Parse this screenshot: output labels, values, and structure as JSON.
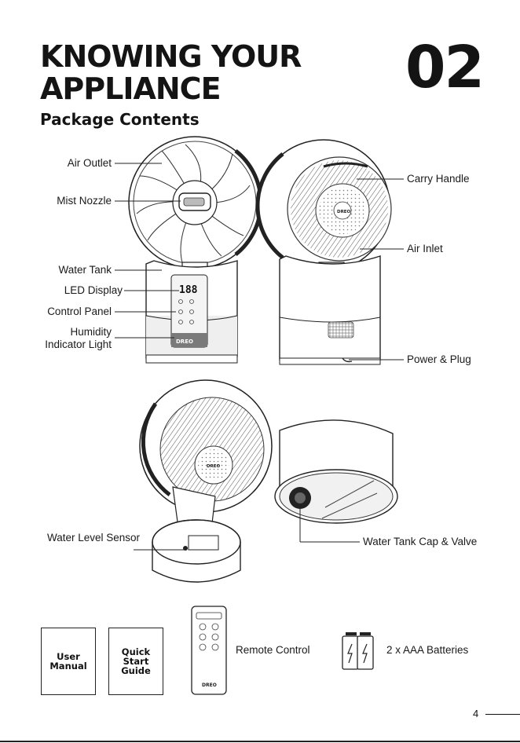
{
  "page": {
    "title_line1": "KNOWING YOUR",
    "title_line2": "APPLIANCE",
    "section_number": "02",
    "subtitle": "Package Contents",
    "page_number": "4"
  },
  "labels": {
    "air_outlet": "Air Outlet",
    "mist_nozzle": "Mist Nozzle",
    "water_tank": "Water Tank",
    "led_display": "LED Display",
    "control_panel": "Control Panel",
    "humidity_light_1": "Humidity",
    "humidity_light_2": "Indicator Light",
    "carry_handle": "Carry Handle",
    "air_inlet": "Air Inlet",
    "power_plug": "Power & Plug",
    "water_level_sensor": "Water Level Sensor",
    "water_tank_cap": "Water Tank Cap & Valve"
  },
  "contents": {
    "user_manual": "User\nManual",
    "quick_start": "Quick\nStart\nGuide",
    "remote_control": "Remote Control",
    "batteries": "2 x AAA Batteries"
  },
  "brand": "DREO",
  "display_digits": "188",
  "colors": {
    "ink": "#141414",
    "line": "#222222",
    "panel": "#d9d9d9"
  }
}
